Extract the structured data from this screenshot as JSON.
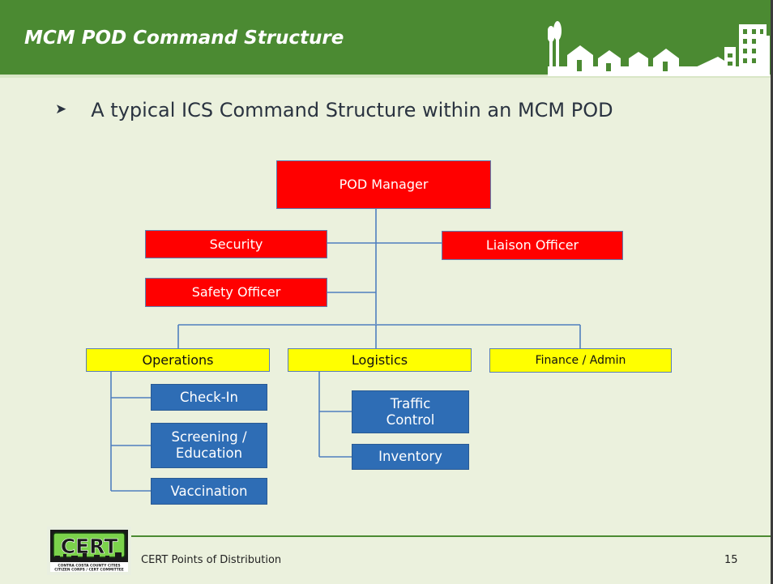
{
  "slide": {
    "title": "MCM POD Command Structure",
    "bullet_text": "A typical ICS Command Structure within an MCM POD"
  },
  "org_chart": {
    "manager": "POD Manager",
    "command_staff": {
      "security": "Security",
      "liaison": "Liaison Officer",
      "safety": "Safety Officer"
    },
    "sections": {
      "operations": {
        "label": "Operations",
        "units": [
          "Check-In",
          "Screening / Education",
          "Vaccination"
        ]
      },
      "logistics": {
        "label": "Logistics",
        "units": [
          "Traffic Control",
          "Inventory"
        ]
      },
      "finance": {
        "label": "Finance / Admin"
      }
    }
  },
  "footer": {
    "text": "CERT Points of Distribution",
    "page_number": "15",
    "logo_text": "CERT",
    "logo_subtext_1": "CONTRA COSTA COUNTY CITIES",
    "logo_subtext_2": "CITIZEN CORPS / CERT COMMITTEE"
  },
  "colors": {
    "title_bar": "#4b8a32",
    "background": "#ebf1dd",
    "command_box": "#ff0000",
    "section_box": "#ffff00",
    "unit_box": "#2e6db5",
    "connector": "#4f7fbe"
  },
  "icons": [
    "skyline-icon",
    "bullet-arrow-icon",
    "cert-logo"
  ]
}
